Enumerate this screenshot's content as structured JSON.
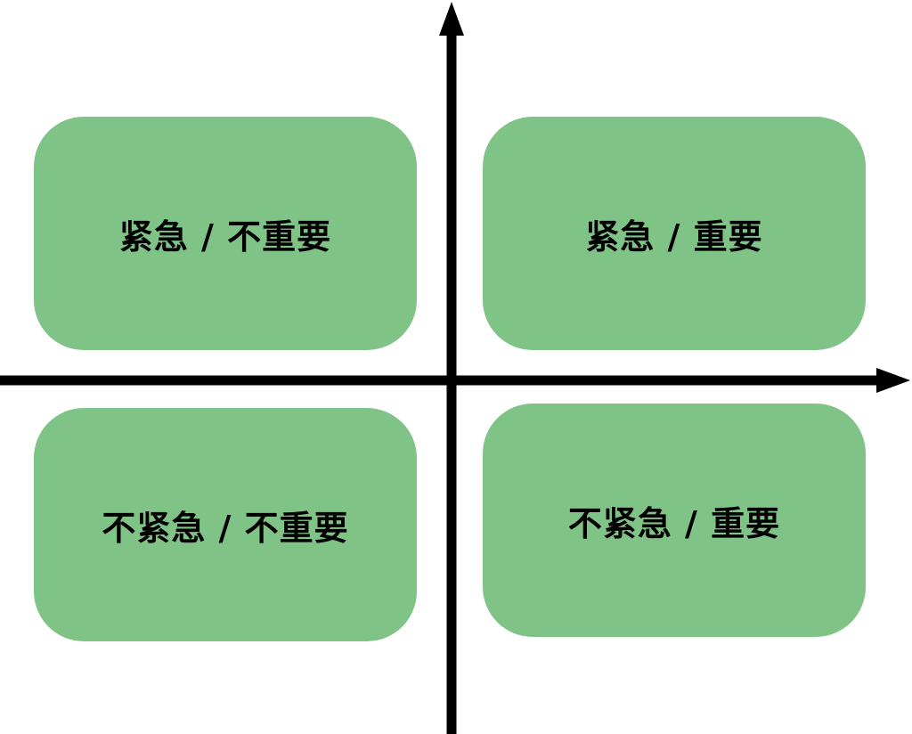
{
  "colors": {
    "box_fill": "#80c386",
    "axis": "#000000",
    "text": "#000000"
  },
  "quadrants": {
    "top_left": "紧急 / 不重要",
    "top_right": "紧急 / 重要",
    "bottom_left": "不紧急 / 不重要",
    "bottom_right": "不紧急 / 重要"
  }
}
